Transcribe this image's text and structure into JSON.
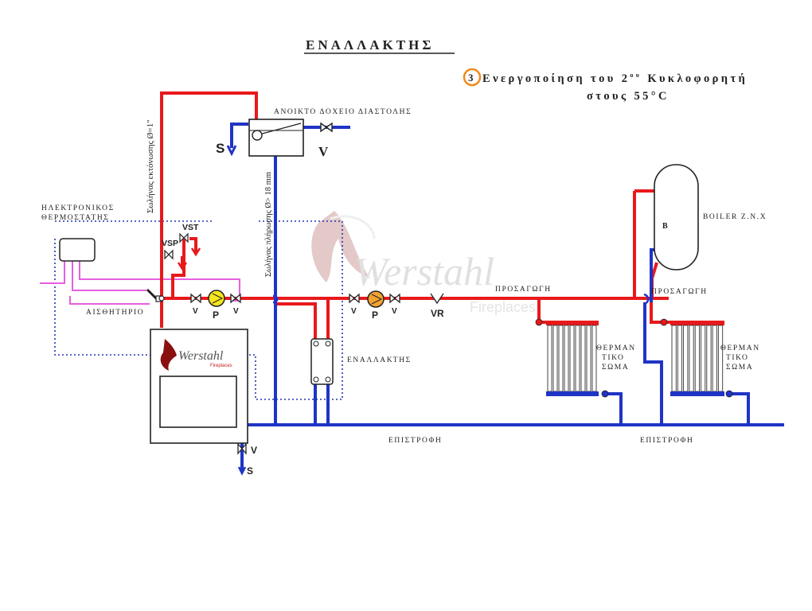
{
  "title": "ΕΝΑΛΛΑΚΤΗΣ",
  "subtitle": {
    "step_number": "3",
    "line1_text": "Ενεργοποίηση του 2",
    "line1_sup": "ου",
    "line1_end": " Κυκλοφορητή",
    "line2": "στους 55°C"
  },
  "labels": {
    "tank": "ΑΝΟΙΚΤΟ ΔΟΧΕΙΟ ΔΙΑΣΤΟΛΗΣ",
    "thermostat_line1": "ΗΛΕΚΤΡΟΝΙΚΟΣ",
    "thermostat_line2": "ΘΕΡΜΟΣΤΑΤΗΣ",
    "sensor": "ΑΙΣΘΗΤΗΡΙΟ",
    "exchanger": "ΕΝΑΛΛΑΚΤΗΣ",
    "boiler": "BOILER Z.N.X",
    "supply_1": "ΠΡΟΣΑΓΩΓΗ",
    "supply_2": "ΠΡΟΣΑΓΩΓΗ",
    "return_1": "ΕΠΙΣΤΡΟΦΗ",
    "return_2": "ΕΠΙΣΤΡΟΦΗ",
    "radiator_1": [
      "ΘΕΡΜΑΝ",
      "ΤΙΚΟ",
      "ΣΩΜΑ"
    ],
    "radiator_2": [
      "ΘΕΡΜΑΝ",
      "ΤΙΚΟ",
      "ΣΩΜΑ"
    ],
    "pipe_expansion": "Σωλήνας εκτόνωσης Ø=1\"",
    "pipe_fill": "Σωλήνας πλήρωσης Ø> 18 mm",
    "boiler_coil": "B"
  },
  "symbols": {
    "drain_top": "S",
    "valve_top": "V",
    "vst": "VST",
    "vsp": "VSP",
    "valve_left_a": "V",
    "valve_left_b": "V",
    "pump_left": "P",
    "valve_right_a": "V",
    "valve_right_b": "V",
    "pump_right": "P",
    "check_valve": "VR",
    "drain_bottom_valve": "V",
    "drain_bottom": "S"
  },
  "watermark": {
    "brand": "Werstahl",
    "sub": "Fireplaces"
  },
  "fireplace_logo": {
    "brand": "Werstahl",
    "sub": "Fireplaces"
  },
  "colors": {
    "hot_pipe": "#e8191b",
    "cold_pipe": "#1f34c6",
    "sensor_wire": "#e65fe0",
    "control_link": "#2236b0",
    "active_step_ring": "#f08a1c",
    "pump_left": "#f5e51e",
    "pump_right": "#f2a230"
  }
}
